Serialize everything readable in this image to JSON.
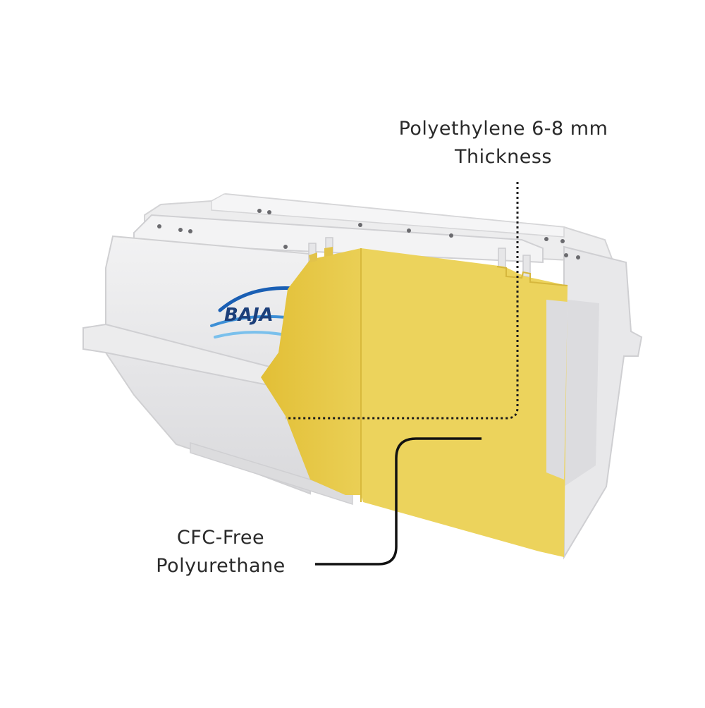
{
  "callouts": {
    "polyethylene": {
      "line1": "Polyethylene 6-8 mm",
      "line2": "Thickness",
      "leader_style": "dotted"
    },
    "polyurethane": {
      "line1": "CFC-Free",
      "line2": "Polyurethane",
      "leader_style": "solid"
    }
  },
  "product": {
    "brand_partial": "BAJA",
    "shell_color": "#e4e4e6",
    "foam_color": "#ecd35c",
    "wave_colors": [
      "#1a5fb4",
      "#3d8fd6",
      "#7ac0ec"
    ]
  }
}
